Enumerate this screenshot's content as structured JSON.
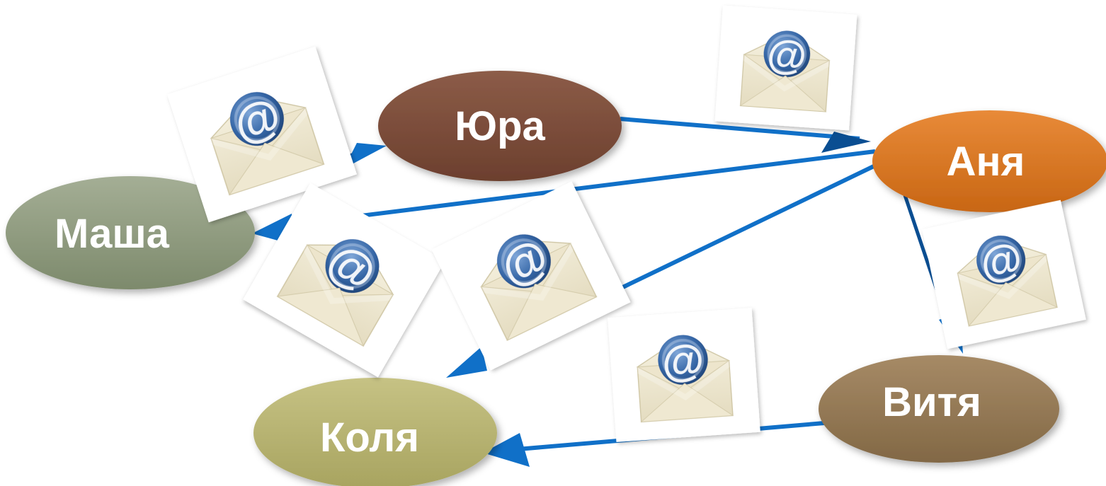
{
  "nodes": [
    {
      "id": "masha",
      "label": "Маша",
      "color_top": "#a4ae95",
      "color_bottom": "#7d8a6c"
    },
    {
      "id": "yura",
      "label": "Юра",
      "color_top": "#8c5c48",
      "color_bottom": "#6c3f2e"
    },
    {
      "id": "anya",
      "label": "Аня",
      "color_top": "#e88a38",
      "color_bottom": "#c86614"
    },
    {
      "id": "kolya",
      "label": "Коля",
      "color_top": "#c6c284",
      "color_bottom": "#a8a460"
    },
    {
      "id": "vitya",
      "label": "Витя",
      "color_top": "#a68a66",
      "color_bottom": "#826845"
    }
  ],
  "edges": [
    {
      "from": "masha",
      "to": "yura"
    },
    {
      "from": "yura",
      "to": "anya"
    },
    {
      "from": "anya",
      "to": "masha"
    },
    {
      "from": "anya",
      "to": "kolya"
    },
    {
      "from": "anya",
      "to": "vitya"
    },
    {
      "from": "vitya",
      "to": "kolya"
    }
  ],
  "icons": {
    "envelope": "email-envelope-icon"
  },
  "colors": {
    "arrow": "#1070c8",
    "arrow_dark": "#0a4e92",
    "envelope": "#f2ecd8",
    "at_sign": "#2f5e9a"
  }
}
